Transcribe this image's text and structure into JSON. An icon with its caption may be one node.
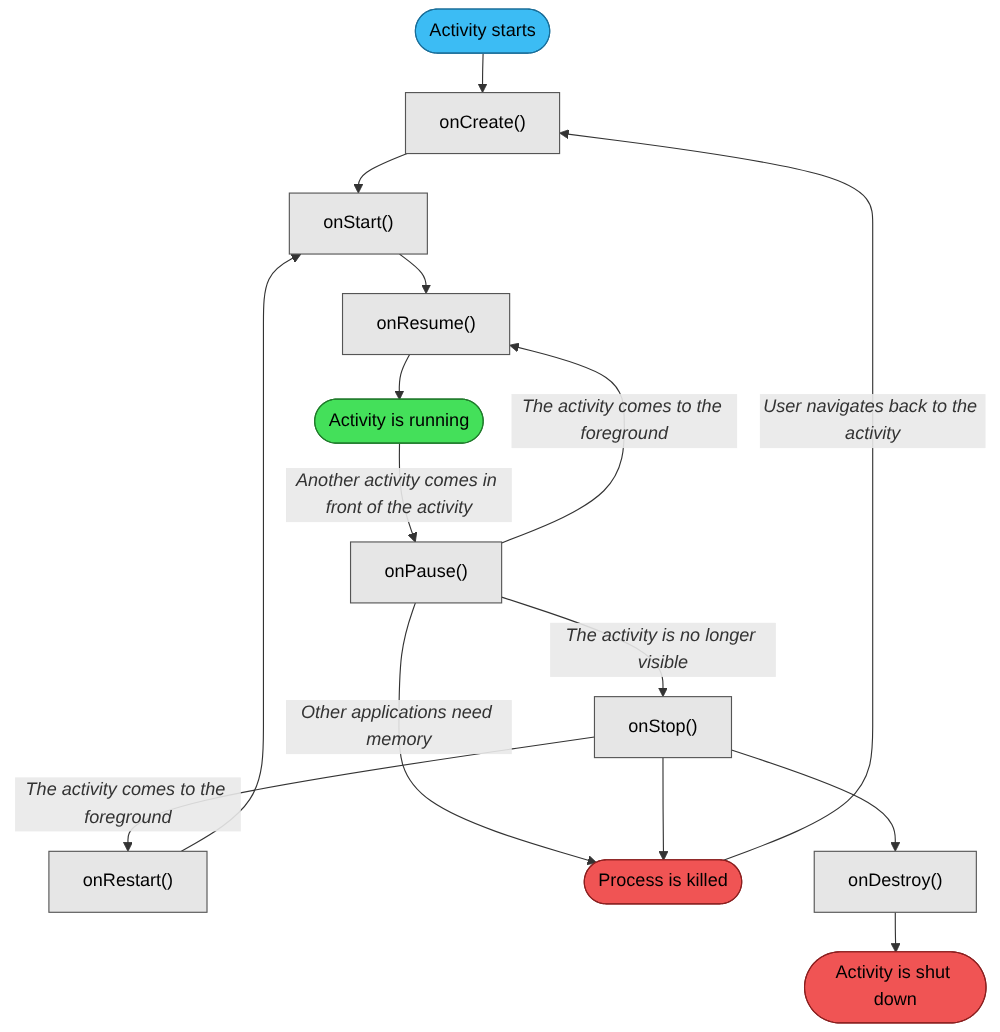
{
  "diagram": {
    "nodes": [
      {
        "text": [
          "Activity starts"
        ]
      },
      {
        "text": [
          "onCreate()"
        ]
      },
      {
        "text": [
          "onStart()"
        ]
      },
      {
        "text": [
          "onRestart()"
        ]
      },
      {
        "text": [
          "onResume()"
        ]
      },
      {
        "text": [
          "Process is killed"
        ]
      },
      {
        "text": [
          "Activity is running"
        ]
      },
      {
        "text": [
          "onPause()"
        ]
      },
      {
        "text": [
          "onStop()"
        ]
      },
      {
        "text": [
          "onDestroy()"
        ]
      },
      {
        "text": [
          "Activity is shut down"
        ]
      }
    ],
    "edges": [
      {
        "from": 0,
        "to": 1,
        "arrow": "to"
      },
      {
        "from": 1,
        "to": 2,
        "arrow": "to"
      },
      {
        "from": 2,
        "to": 4,
        "arrow": "to"
      },
      {
        "from": 4,
        "to": 6,
        "arrow": "to"
      },
      {
        "from": 6,
        "to": 7,
        "arrow": "to",
        "label": "Another activity comes in front of the activity"
      },
      {
        "from": 7,
        "to": 4,
        "arrow": "to",
        "label": "The activity comes to the foreground"
      },
      {
        "from": 7,
        "to": 8,
        "arrow": "to",
        "label": "The activity is no longer visible"
      },
      {
        "from": 8,
        "to": 3,
        "arrow": "to",
        "label": "The activity comes to the foreground"
      },
      {
        "from": 3,
        "to": 2,
        "arrow": "to"
      },
      {
        "from": 8,
        "to": 9,
        "arrow": "to"
      },
      {
        "from": 9,
        "to": 10,
        "arrow": "to"
      },
      {
        "from": 7,
        "to": 5,
        "arrow": "to",
        "label": "Other applications need memory"
      },
      {
        "from": 8,
        "to": 5,
        "arrow": "to"
      },
      {
        "from": 5,
        "to": 1,
        "arrow": "to",
        "label": "User navigates back to the activity"
      }
    ]
  }
}
